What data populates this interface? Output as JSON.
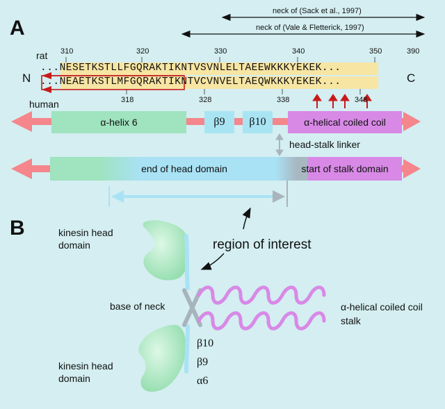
{
  "panelA": {
    "letter": "A",
    "neck_sack": "neck of (Sack et al., 1997)",
    "neck_vale": "neck of (Vale & Fletterick, 1997)",
    "rat_label": "rat",
    "human_label": "human",
    "n_label": "N",
    "c_label": "C",
    "rat_ticks": [
      "310",
      "320",
      "330",
      "340",
      "350",
      "390"
    ],
    "human_ticks": [
      "318",
      "328",
      "338",
      "348"
    ],
    "rat_seq": "...NESETKSTLLFGQRAKTIKNTVSVNLELTAEEWKKKYEKEK...",
    "human_seq": "...NEAETKSTLMFGQRAKTIKNTVCVNVELTAEQWKKKYEKEK...",
    "domains": {
      "helix6": "α-helix 6",
      "b9": "β9",
      "b10": "β10",
      "coiled": "α-helical coiled coil"
    },
    "linker": "head-stalk linker",
    "head_end": "end of head domain",
    "stalk_start": "start of stalk domain"
  },
  "panelB": {
    "letter": "B",
    "kinesin_head_top": "kinesin head domain",
    "kinesin_head_bottom": "kinesin head domain",
    "region": "region of interest",
    "base_neck": "base of neck",
    "coil_stalk": "α-helical coiled coil stalk",
    "b10": "β10",
    "b9": "β9",
    "a6": "α6"
  },
  "colors": {
    "background": "#d4eef1",
    "seq_highlight": "#f7e5a3",
    "arrow_pink": "#f4868c",
    "helix_green": "#9fe3bf",
    "beta_blue": "#a9e4f3",
    "coil_purple": "#d889e6",
    "red_mark": "#c81a1a",
    "head_green": "#a7ecc0",
    "linker_gray": "#a9b4bd"
  }
}
